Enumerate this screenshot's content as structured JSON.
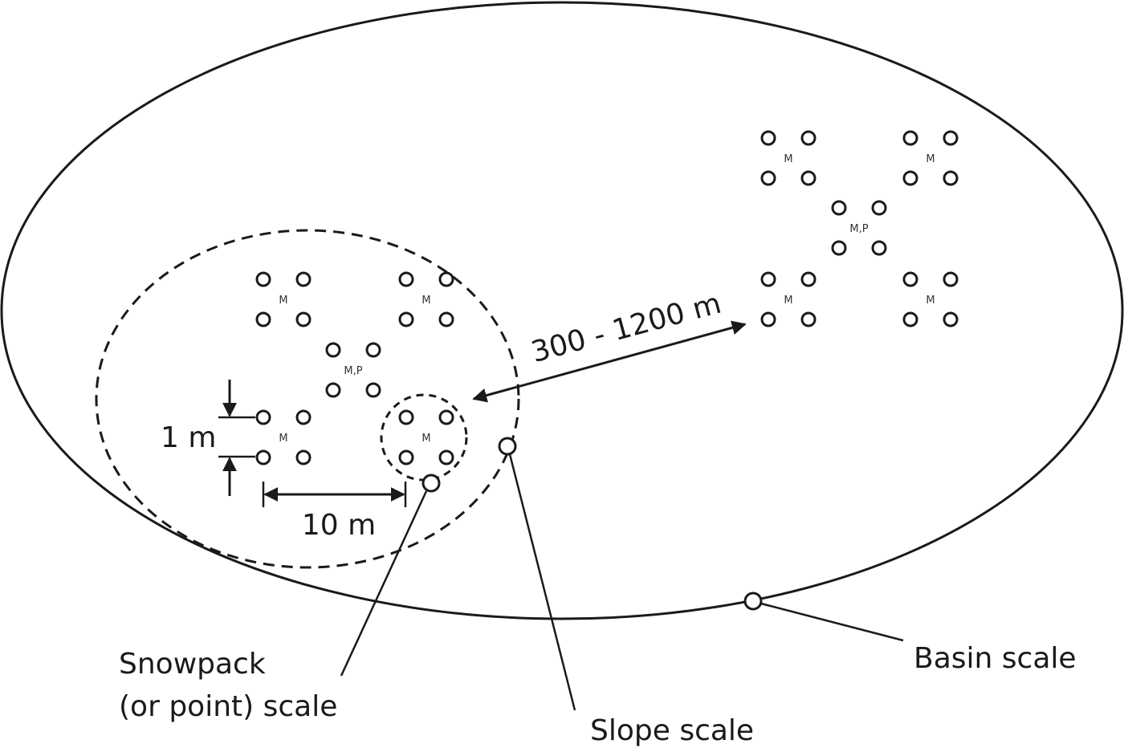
{
  "labels": {
    "distance": "300 - 1200 m",
    "one_m": "1 m",
    "ten_m": "10 m",
    "snowpack_line1": "Snowpack",
    "snowpack_line2": "(or point) scale",
    "slope": "Slope scale",
    "basin": "Basin scale"
  },
  "sites": {
    "left": [
      "M",
      "M",
      "M,P",
      "M",
      "M"
    ],
    "right": [
      "M",
      "M",
      "M,P",
      "M",
      "M"
    ]
  },
  "colors": {
    "ink": "#1a1a1a"
  }
}
